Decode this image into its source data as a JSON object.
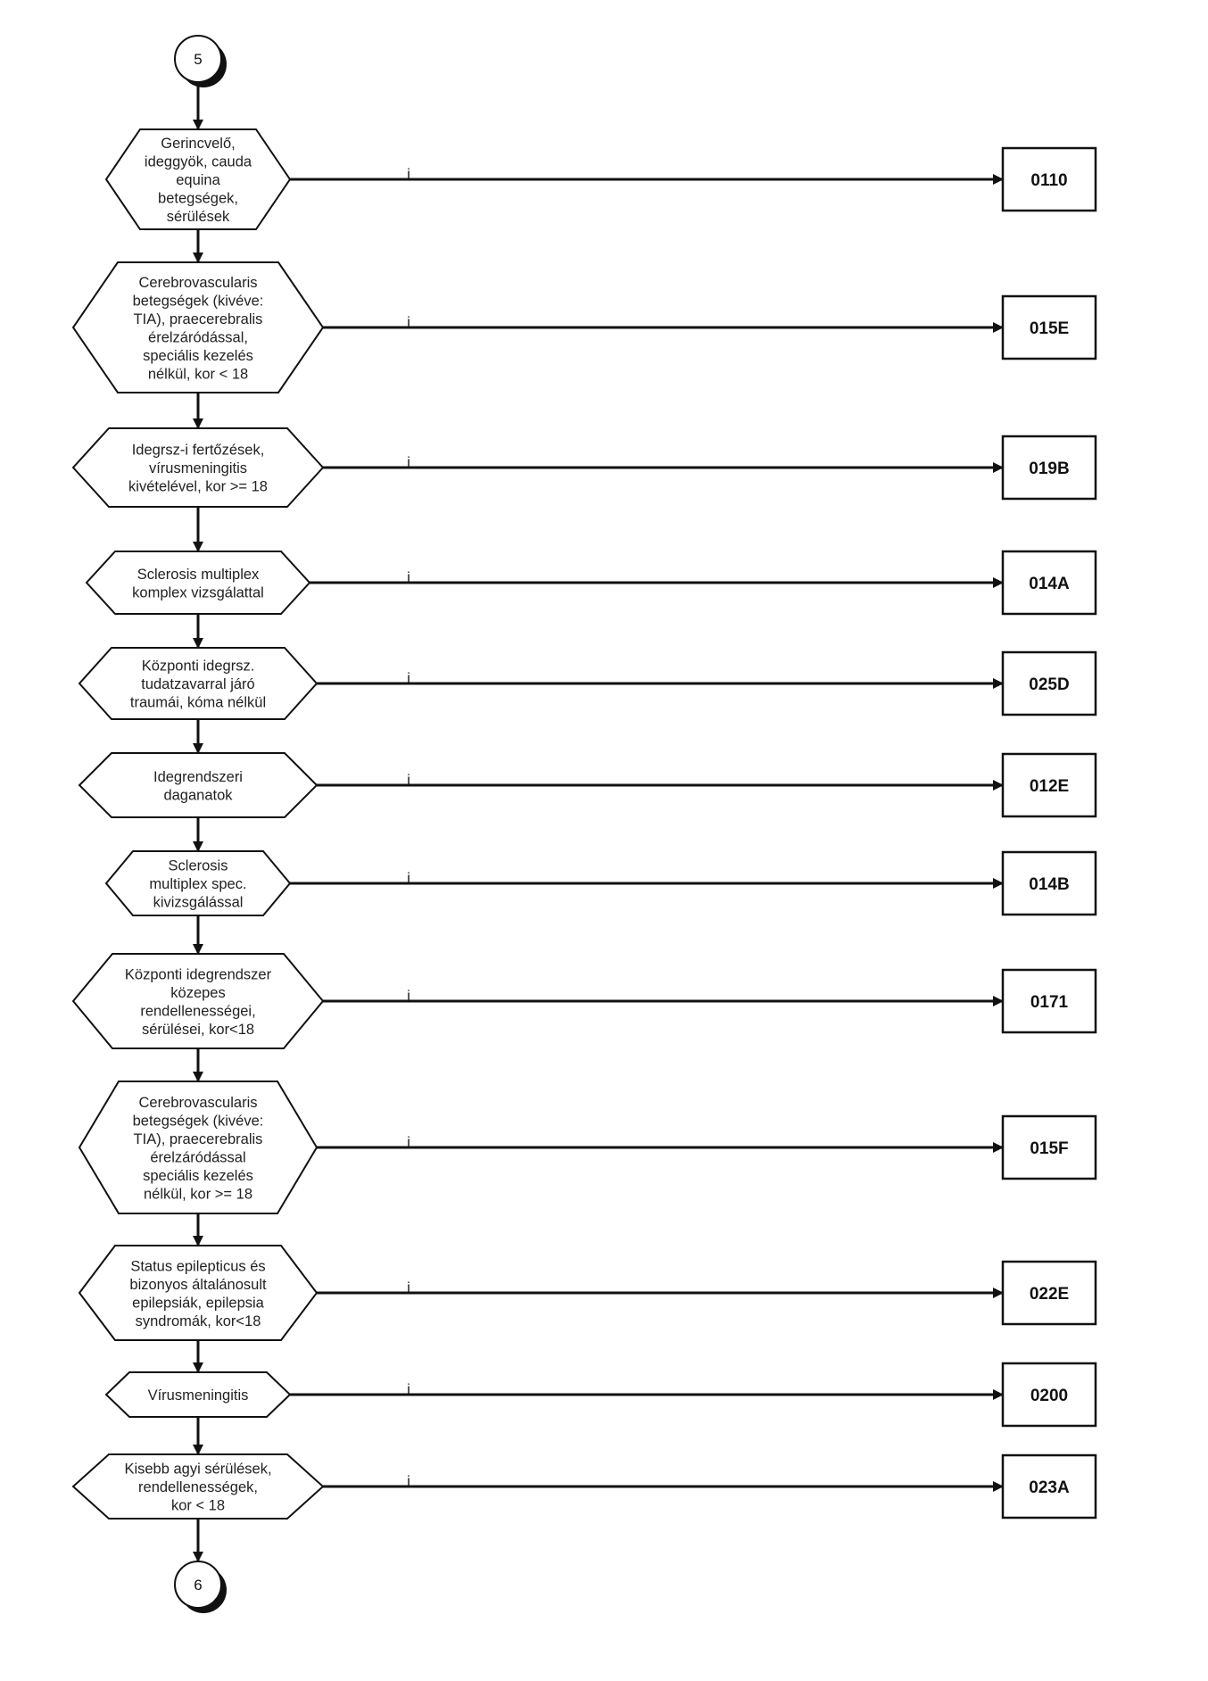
{
  "start_connector": {
    "label": "5"
  },
  "end_connector": {
    "label": "6"
  },
  "edge_label": "i",
  "nodes": [
    {
      "lines": [
        "Gerincvelő,",
        "ideggyök, cauda",
        "equina",
        "betegségek,",
        "sérülések"
      ],
      "code": "0110"
    },
    {
      "lines": [
        "Cerebrovascularis",
        "betegségek (kivéve:",
        "TIA), praecerebralis",
        "érelzáródással,",
        "speciális kezelés",
        "nélkül, kor < 18"
      ],
      "code": "015E"
    },
    {
      "lines": [
        "Idegrsz-i fertőzések,",
        "vírusmeningitis",
        "kivételével, kor >= 18"
      ],
      "code": "019B"
    },
    {
      "lines": [
        "Sclerosis multiplex",
        "komplex vizsgálattal"
      ],
      "code": "014A"
    },
    {
      "lines": [
        "Központi idegrsz.",
        "tudatzavarral járó",
        "traumái, kóma nélkül"
      ],
      "code": "025D"
    },
    {
      "lines": [
        "Idegrendszeri",
        "daganatok"
      ],
      "code": "012E"
    },
    {
      "lines": [
        "Sclerosis",
        "multiplex spec.",
        "kivizsgálással"
      ],
      "code": "014B"
    },
    {
      "lines": [
        "Központi idegrendszer",
        "közepes",
        "rendellenességei,",
        "sérülései, kor<18"
      ],
      "code": "0171"
    },
    {
      "lines": [
        "Cerebrovascularis",
        "betegségek (kivéve:",
        "TIA), praecerebralis",
        "érelzáródással",
        "speciális kezelés",
        "nélkül, kor >= 18"
      ],
      "code": "015F"
    },
    {
      "lines": [
        "Status epilepticus és",
        "bizonyos általánosult",
        "epilepsiák, epilepsia",
        "syndromák, kor<18"
      ],
      "code": "022E"
    },
    {
      "lines": [
        "Vírusmeningitis"
      ],
      "code": "0200"
    },
    {
      "lines": [
        "Kisebb agyi sérülések,",
        "rendellenességek,",
        "kor <  18"
      ],
      "code": "023A"
    }
  ]
}
